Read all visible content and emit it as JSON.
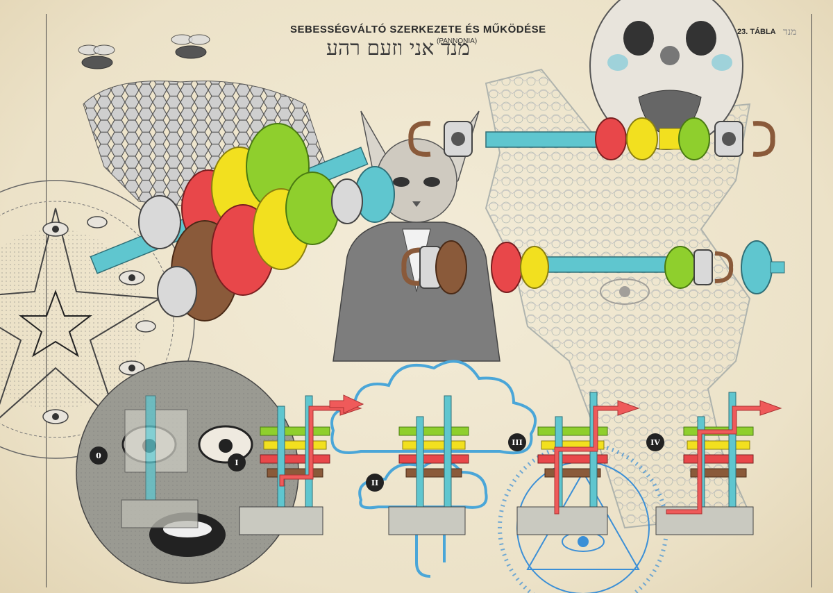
{
  "header": {
    "title": "SEBESSÉGVÁLTÓ SZERKEZETE ÉS MŰKÖDÉSE",
    "subtitle": "(PANNONIA)",
    "plate_number": "23. TÁBLA",
    "hebrew_text": "מנד אני וזעם רהע",
    "hebrew_corner": "מנד"
  },
  "gear_positions": [
    {
      "id": "0",
      "label": "0"
    },
    {
      "id": "I",
      "label": "I"
    },
    {
      "id": "II",
      "label": "II"
    },
    {
      "id": "III",
      "label": "III"
    },
    {
      "id": "IV",
      "label": "IV"
    }
  ],
  "colors": {
    "gear_red": "#e8474a",
    "gear_yellow": "#f2e01f",
    "gear_green": "#8fcf2d",
    "gear_brown": "#8a5a3a",
    "shaft_cyan": "#5fc6cf",
    "arrow_red": "#ef5a5a",
    "cloud_blue": "#4aa6d8",
    "ink_gray": "#6e6e6e"
  },
  "icons": [
    "bee-icon",
    "honeycomb-icon",
    "mandala-icon",
    "cat-icon",
    "clown-face-icon",
    "moon-face-icon",
    "fox-icon",
    "eye-pyramid-icon",
    "cloud-icon",
    "arrow-icon",
    "gear-icon"
  ]
}
